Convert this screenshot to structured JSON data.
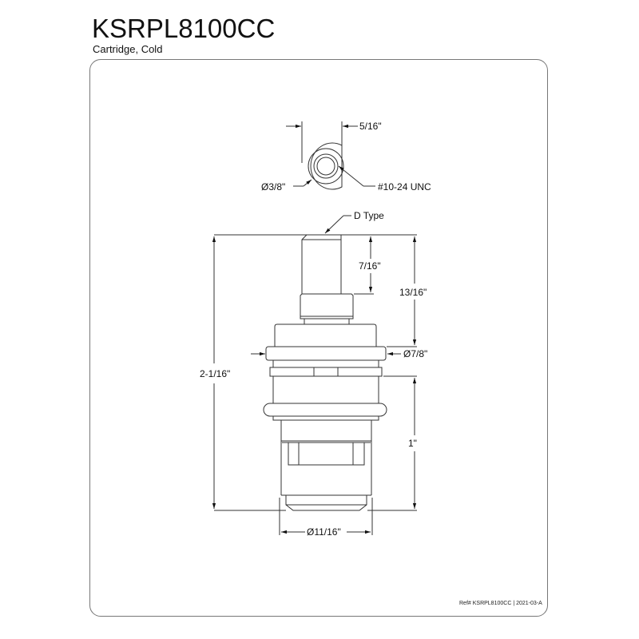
{
  "header": {
    "model": "KSRPL8100CC",
    "description": "Cartridge, Cold"
  },
  "top_view": {
    "dimensions": {
      "width_label": "5/16\"",
      "outer_diameter_label": "Ø3/8\"",
      "thread_label": "#10-24 UNC"
    }
  },
  "side_view": {
    "callouts": {
      "stem_type": "D Type"
    },
    "dimensions": {
      "stem_height": "7/16\"",
      "upper_height": "13/16\"",
      "flange_diameter": "Ø7/8\"",
      "overall_height": "2-1/16\"",
      "lower_height": "1\"",
      "base_diameter": "Ø11/16\""
    }
  },
  "footer": {
    "reference": "Ref# KSRPL8100CC | 2021-03-A"
  },
  "colors": {
    "line": "#333333",
    "frame": "#777777",
    "background": "#ffffff"
  }
}
